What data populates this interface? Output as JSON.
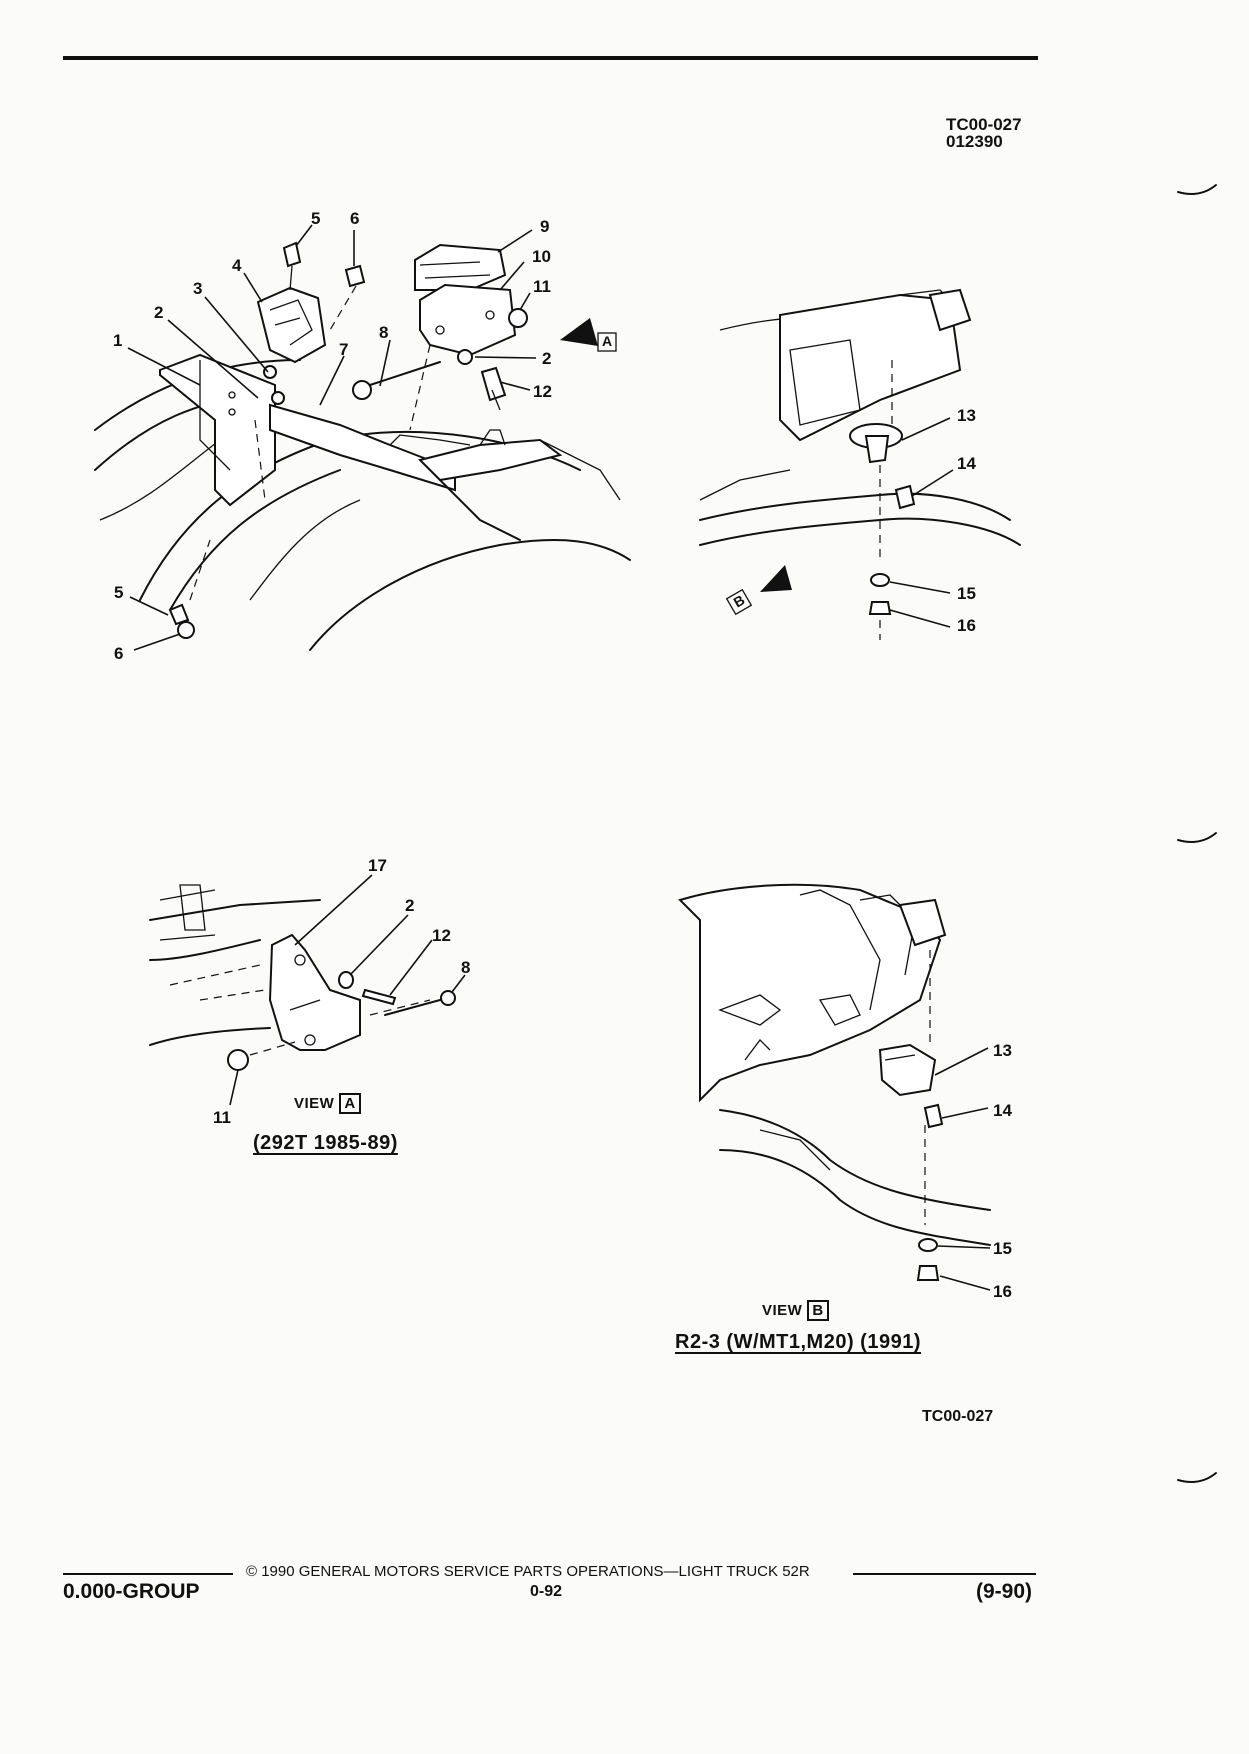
{
  "header": {
    "doc_code": "TC00-027",
    "doc_date": "012390"
  },
  "figure_top_left": {
    "callouts": [
      "1",
      "2",
      "3",
      "4",
      "5",
      "6",
      "7",
      "8",
      "9",
      "10",
      "11",
      "2",
      "12",
      "5",
      "6"
    ],
    "view_arrow_letter": "A"
  },
  "figure_top_right": {
    "callouts": [
      "13",
      "14",
      "15",
      "16"
    ],
    "view_arrow_letter": "B"
  },
  "figure_view_a": {
    "callouts": [
      "17",
      "2",
      "12",
      "8",
      "11"
    ],
    "view_label": "VIEW",
    "view_letter": "A",
    "subtitle": "(292T 1985-89)"
  },
  "figure_view_b": {
    "callouts": [
      "13",
      "14",
      "15",
      "16"
    ],
    "view_label": "VIEW",
    "view_letter": "B",
    "subtitle": "R2-3 (W/MT1,M20) (1991)"
  },
  "bottom_code": "TC00-027",
  "footer": {
    "group": "0.000-GROUP",
    "copyright": "© 1990 GENERAL MOTORS SERVICE PARTS OPERATIONS—LIGHT TRUCK 52R",
    "page_number": "0-92",
    "revision": "(9-90)"
  }
}
